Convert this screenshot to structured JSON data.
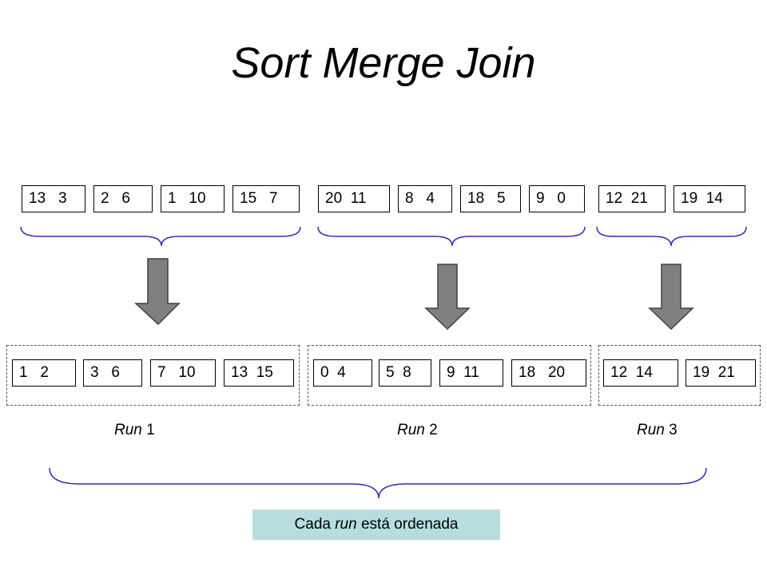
{
  "title": "Sort Merge Join",
  "input_pages": [
    "13   3",
    "2   6",
    "1   10",
    "15   7",
    "20  11",
    "8   4",
    "18   5",
    "9   0",
    "12  21",
    "19  14"
  ],
  "sorted_runs": [
    {
      "pages": [
        "1   2",
        "3   6",
        "7   10",
        "13  15"
      ],
      "label_word": "Run",
      "label_num": "1"
    },
    {
      "pages": [
        "0  4",
        "5  8",
        "9  11",
        "18   20"
      ],
      "label_word": "Run",
      "label_num": "2"
    },
    {
      "pages": [
        "12  14",
        "19  21"
      ],
      "label_word": "Run",
      "label_num": "3"
    }
  ],
  "caption": {
    "prefix": "Cada ",
    "emph": "run",
    "suffix": " está ordenada"
  },
  "colors": {
    "brace": "#2b2bb5",
    "arrow_fill": "#808080",
    "caption_bg": "#b7dde0"
  }
}
